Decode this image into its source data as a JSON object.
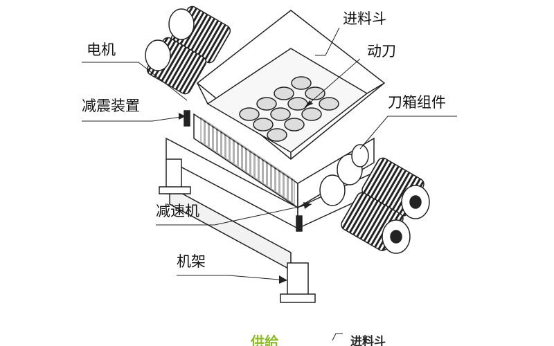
{
  "labels": {
    "hopper": "进料斗",
    "moving_blade": "动刀",
    "blade_box": "刀箱组件",
    "motor": "电机",
    "damper": "减震装置",
    "reducer": "减速机",
    "frame": "机架"
  },
  "footer": {
    "green_title": "供給",
    "next_label": "进料斗"
  }
}
